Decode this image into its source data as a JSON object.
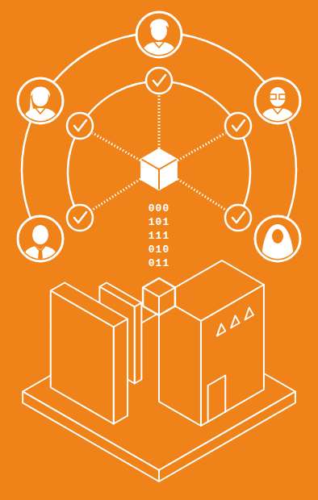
{
  "diagram": {
    "labels": [
      "000",
      "101",
      "111",
      "010",
      "011"
    ]
  }
}
